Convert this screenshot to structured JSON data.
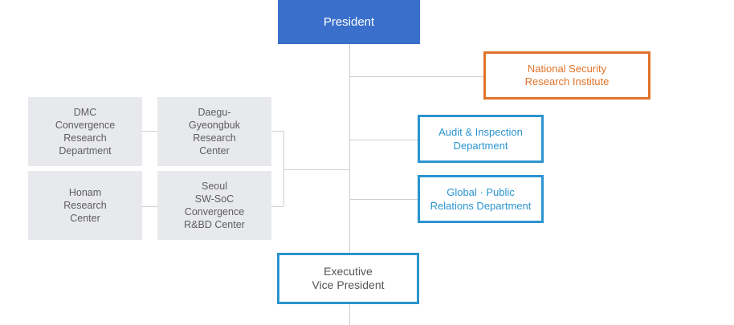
{
  "president": "President",
  "national_security": "National Security\nResearch Institute",
  "audit": "Audit & Inspection\nDepartment",
  "global_public": "Global · Public\nRelations Department",
  "executive_vp": "Executive\nVice President",
  "centers": {
    "dmc": "DMC\nConvergence\nResearch\nDepartment",
    "daegu": "Daegu-\nGyeongbuk\nResearch\nCenter",
    "honam": "Honam\nResearch\nCenter",
    "seoul": "Seoul\nSW-SoC\nConvergence\nR&BD Center"
  },
  "colors": {
    "president_bg": "#3a6fcc",
    "orange": "#e0732a",
    "blue": "#2b94cf",
    "gray_box": "#e8e9ec",
    "connector": "#cfcfcf"
  }
}
